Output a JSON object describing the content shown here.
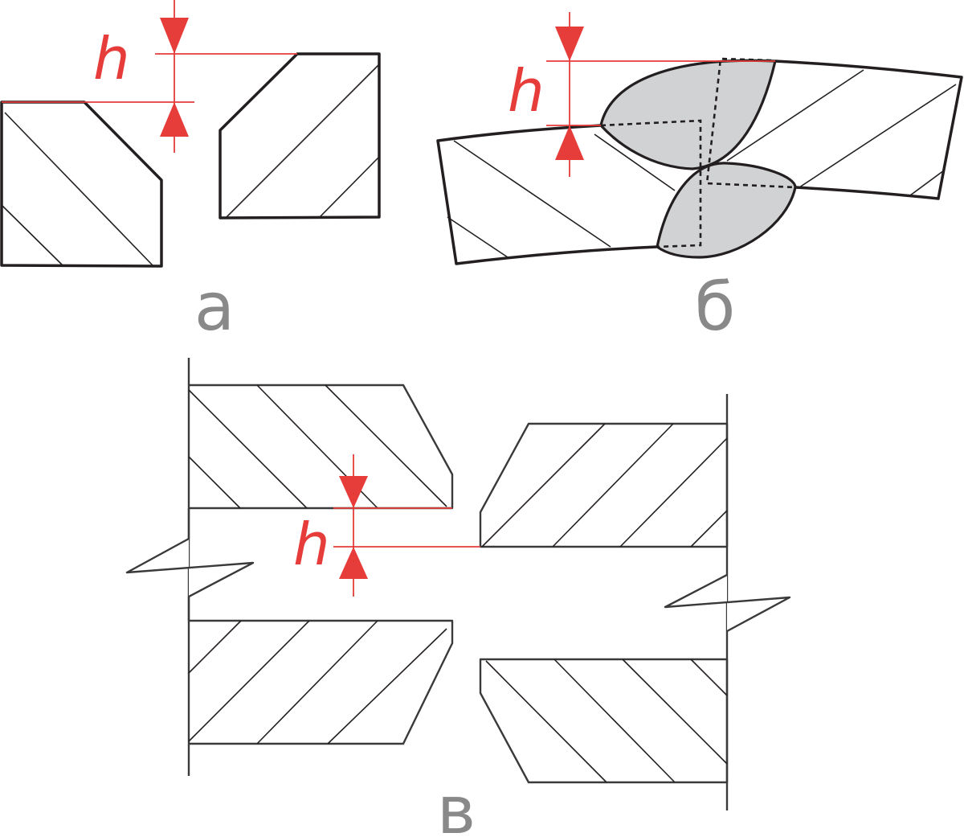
{
  "figure_a": {
    "label": "а",
    "dimension": "h"
  },
  "figure_b": {
    "label": "б",
    "dimension": "h"
  },
  "figure_c": {
    "label": "в",
    "dimension": "h"
  },
  "colors": {
    "dimension": "#e63c3a",
    "label": "#898989",
    "weld_fill": "#d0d2d3"
  }
}
